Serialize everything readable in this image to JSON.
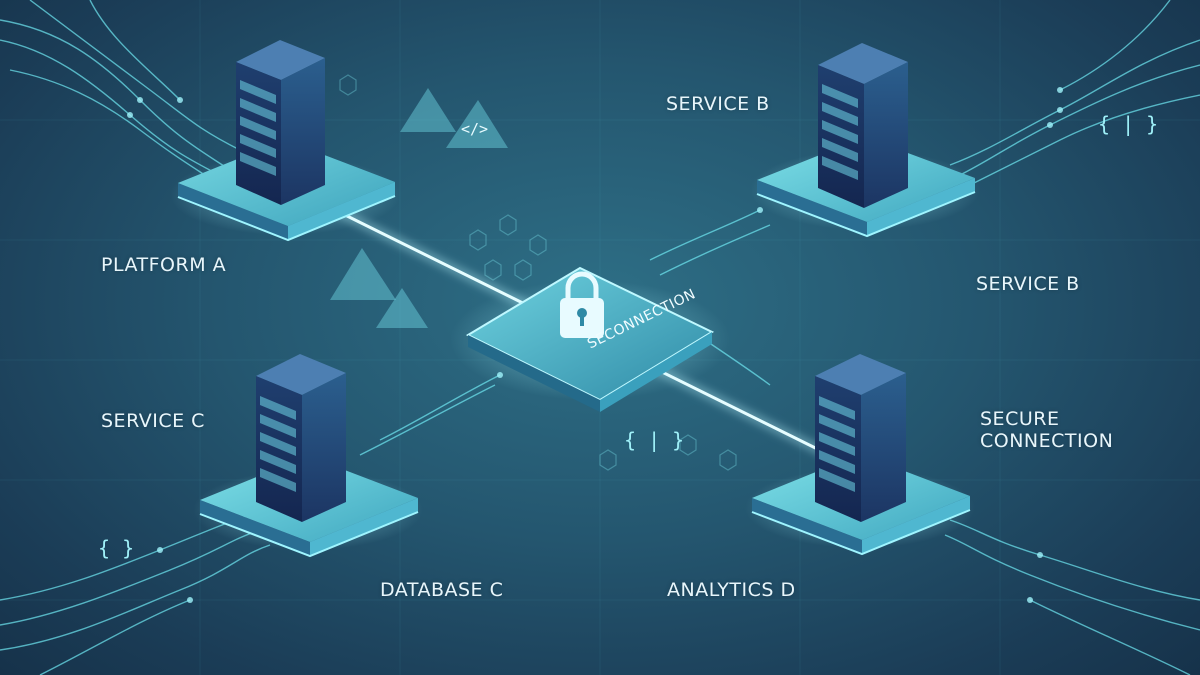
{
  "labels": {
    "platform_a": "PLATFORM A",
    "service_b_top": "SERVICE B",
    "service_b_right": "SERVICE B",
    "service_c": "SERVICE C",
    "secure_connection_line1": "SECURE",
    "secure_connection_line2": "CONNECTION",
    "database_c": "DATABASE C",
    "analytics_d": "ANALYTICS D",
    "hub_text": "SECONNECTION"
  },
  "code_glyphs": {
    "tag_symbol": "</>",
    "braces_center": "{ | }",
    "braces_left": "{ }",
    "braces_right": "{ | }"
  },
  "icons": [
    "server-icon",
    "lock-icon",
    "triangle-icon"
  ],
  "colors": {
    "background": "#24566f",
    "accent_cyan": "#5fe3ee",
    "server_dark": "#1d3a66",
    "platform_top": "#55c4d4"
  }
}
